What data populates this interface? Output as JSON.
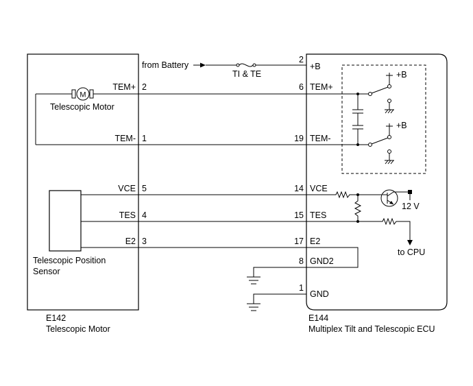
{
  "left_component": {
    "code": "E142",
    "name": "Telescopic Motor",
    "motor_label": "Telescopic Motor",
    "motor_symbol": "M",
    "sensor_label_line1": "Telescopic Position",
    "sensor_label_line2": "Sensor",
    "pins": [
      {
        "name": "TEM+",
        "number": "2"
      },
      {
        "name": "TEM-",
        "number": "1"
      },
      {
        "name": "VCE",
        "number": "5"
      },
      {
        "name": "TES",
        "number": "4"
      },
      {
        "name": "E2",
        "number": "3"
      }
    ]
  },
  "right_component": {
    "code": "E144",
    "name": "Multiplex Tilt and Telescopic ECU",
    "pins": [
      {
        "name": "+B",
        "number": "2"
      },
      {
        "name": "TEM+",
        "number": "6"
      },
      {
        "name": "TEM-",
        "number": "19"
      },
      {
        "name": "VCE",
        "number": "14"
      },
      {
        "name": "TES",
        "number": "15"
      },
      {
        "name": "E2",
        "number": "17"
      },
      {
        "name": "GND2",
        "number": "8"
      },
      {
        "name": "GND",
        "number": "1"
      }
    ],
    "internal": {
      "relay_supply_1": "+B",
      "relay_supply_2": "+B",
      "regulator_voltage": "12 V",
      "cpu_label": "to CPU"
    }
  },
  "supply": {
    "source_label": "from Battery",
    "fuse_label": "TI & TE"
  },
  "colors": {
    "line": "#000000",
    "background": "#ffffff"
  }
}
